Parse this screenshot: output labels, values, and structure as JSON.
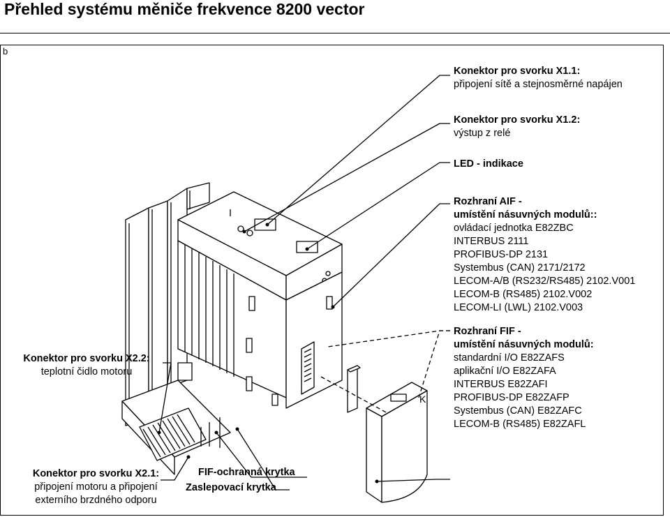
{
  "title": "Přehled systému měniče frekvence 8200 vector",
  "corner_label": "b",
  "callouts": {
    "x11": {
      "heading": "Konektor pro svorku X1.1:",
      "lines": [
        "připojení sítě a stejnosměrné napájen"
      ]
    },
    "x12": {
      "heading": "Konektor pro svorku X1.2:",
      "lines": [
        "výstup z relé"
      ]
    },
    "led": {
      "heading": "LED - indikace",
      "lines": []
    },
    "aif": {
      "heading": "Rozhraní AIF -",
      "heading2": "umístění násuvných modulů::",
      "lines": [
        "ovládací jednotka E82ZBC",
        "INTERBUS 2111",
        "PROFIBUS-DP 2131",
        "Systembus (CAN) 2171/2172",
        "LECOM-A/B (RS232/RS485) 2102.V001",
        "LECOM-B (RS485) 2102.V002",
        "LECOM-LI (LWL) 2102.V003"
      ]
    },
    "fif": {
      "heading": "Rozhraní FIF -",
      "heading2": "umístění násuvných modulů:",
      "lines": [
        "standardní I/O E82ZAFS",
        "aplikační I/O E82ZAFA",
        "INTERBUS E82ZAFI",
        "PROFIBUS-DP E82ZAFP",
        "Systembus (CAN) E82ZAFC",
        "LECOM-B (RS485) E82ZAFL"
      ]
    },
    "x22": {
      "heading": "Konektor pro svorku X2.2:",
      "lines": [
        "teplotní čidlo motoru"
      ]
    },
    "x21": {
      "heading": "Konektor pro svorku X2.1:",
      "lines": [
        "připojení motoru a připojení",
        "externího brzdného odporu"
      ]
    },
    "fif_cover": {
      "heading": "FIF-ochranná krytka"
    },
    "blank_cover": {
      "heading": "Zaslepovací krytka"
    }
  },
  "module_letter": "K"
}
